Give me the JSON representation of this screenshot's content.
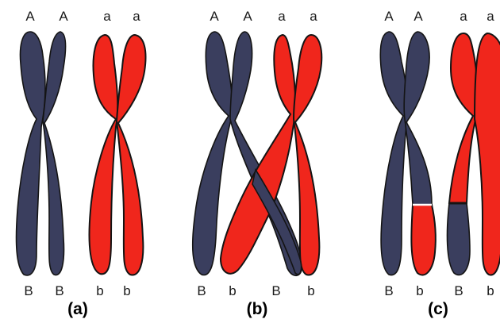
{
  "colors": {
    "dark": "#3a3e5e",
    "red": "#f0261c",
    "outline": "#141414",
    "band": "#e8b0a8"
  },
  "panels": [
    {
      "caption": "(a)",
      "top_labels": [
        "A",
        "A",
        "a",
        "a"
      ],
      "bottom_labels": [
        "B",
        "B",
        "b",
        "b"
      ]
    },
    {
      "caption": "(b)",
      "top_labels": [
        "A",
        "A",
        "a",
        "a"
      ],
      "bottom_labels": [
        "B",
        "b",
        "B",
        "b"
      ]
    },
    {
      "caption": "(c)",
      "top_labels": [
        "A",
        "A",
        "a",
        "a"
      ],
      "bottom_labels": [
        "B",
        "b",
        "B",
        "b"
      ]
    }
  ]
}
